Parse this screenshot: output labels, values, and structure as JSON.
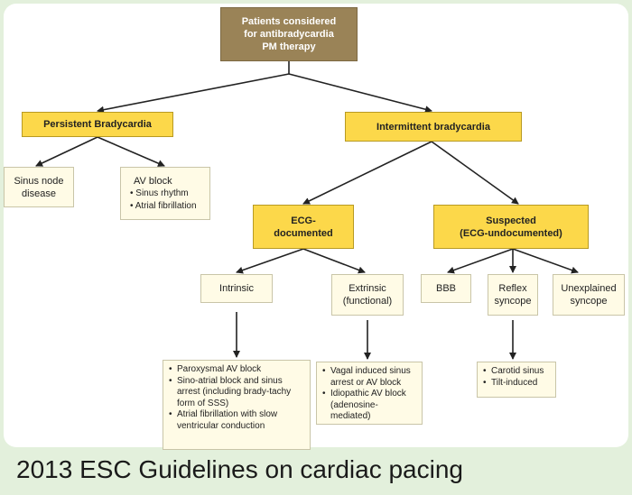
{
  "root": {
    "lines": [
      "Patients considered",
      "for antibradycardia",
      "PM therapy"
    ]
  },
  "persistent": {
    "label": "Persistent Bradycardia"
  },
  "intermittent": {
    "label": "Intermittent bradycardia"
  },
  "sinus_node": {
    "lines": [
      "Sinus node",
      "disease"
    ]
  },
  "av_block": {
    "title": "AV block",
    "items": [
      "Sinus rhythm",
      "Atrial fibrillation"
    ]
  },
  "ecg_documented": {
    "lines": [
      "ECG-",
      "documented"
    ]
  },
  "suspected": {
    "lines": [
      "Suspected",
      "(ECG-undocumented)"
    ]
  },
  "intrinsic": {
    "label": "Intrinsic"
  },
  "extrinsic": {
    "lines": [
      "Extrinsic",
      "(functional)"
    ]
  },
  "bbb": {
    "label": "BBB"
  },
  "reflex": {
    "lines": [
      "Reflex",
      "syncope"
    ]
  },
  "unexplained": {
    "lines": [
      "Unexplained",
      "syncope"
    ]
  },
  "intrinsic_list": {
    "items": [
      "Paroxysmal AV block",
      "Sino-atrial block and sinus arrest (including brady-tachy form of SSS)",
      "Atrial fibrillation with slow ventricular conduction"
    ]
  },
  "extrinsic_list": {
    "items": [
      "Vagal induced sinus arrest or AV block",
      "Idiopathic AV block (adenosine-mediated)"
    ]
  },
  "reflex_list": {
    "items": [
      "Carotid sinus",
      "Tilt-induced"
    ]
  },
  "caption": "2013 ESC Guidelines on cardiac pacing",
  "colors": {
    "root": "#9a8357",
    "highlight": "#fcd84a",
    "box": "#fffbe6",
    "background": "#e3f0dc"
  }
}
